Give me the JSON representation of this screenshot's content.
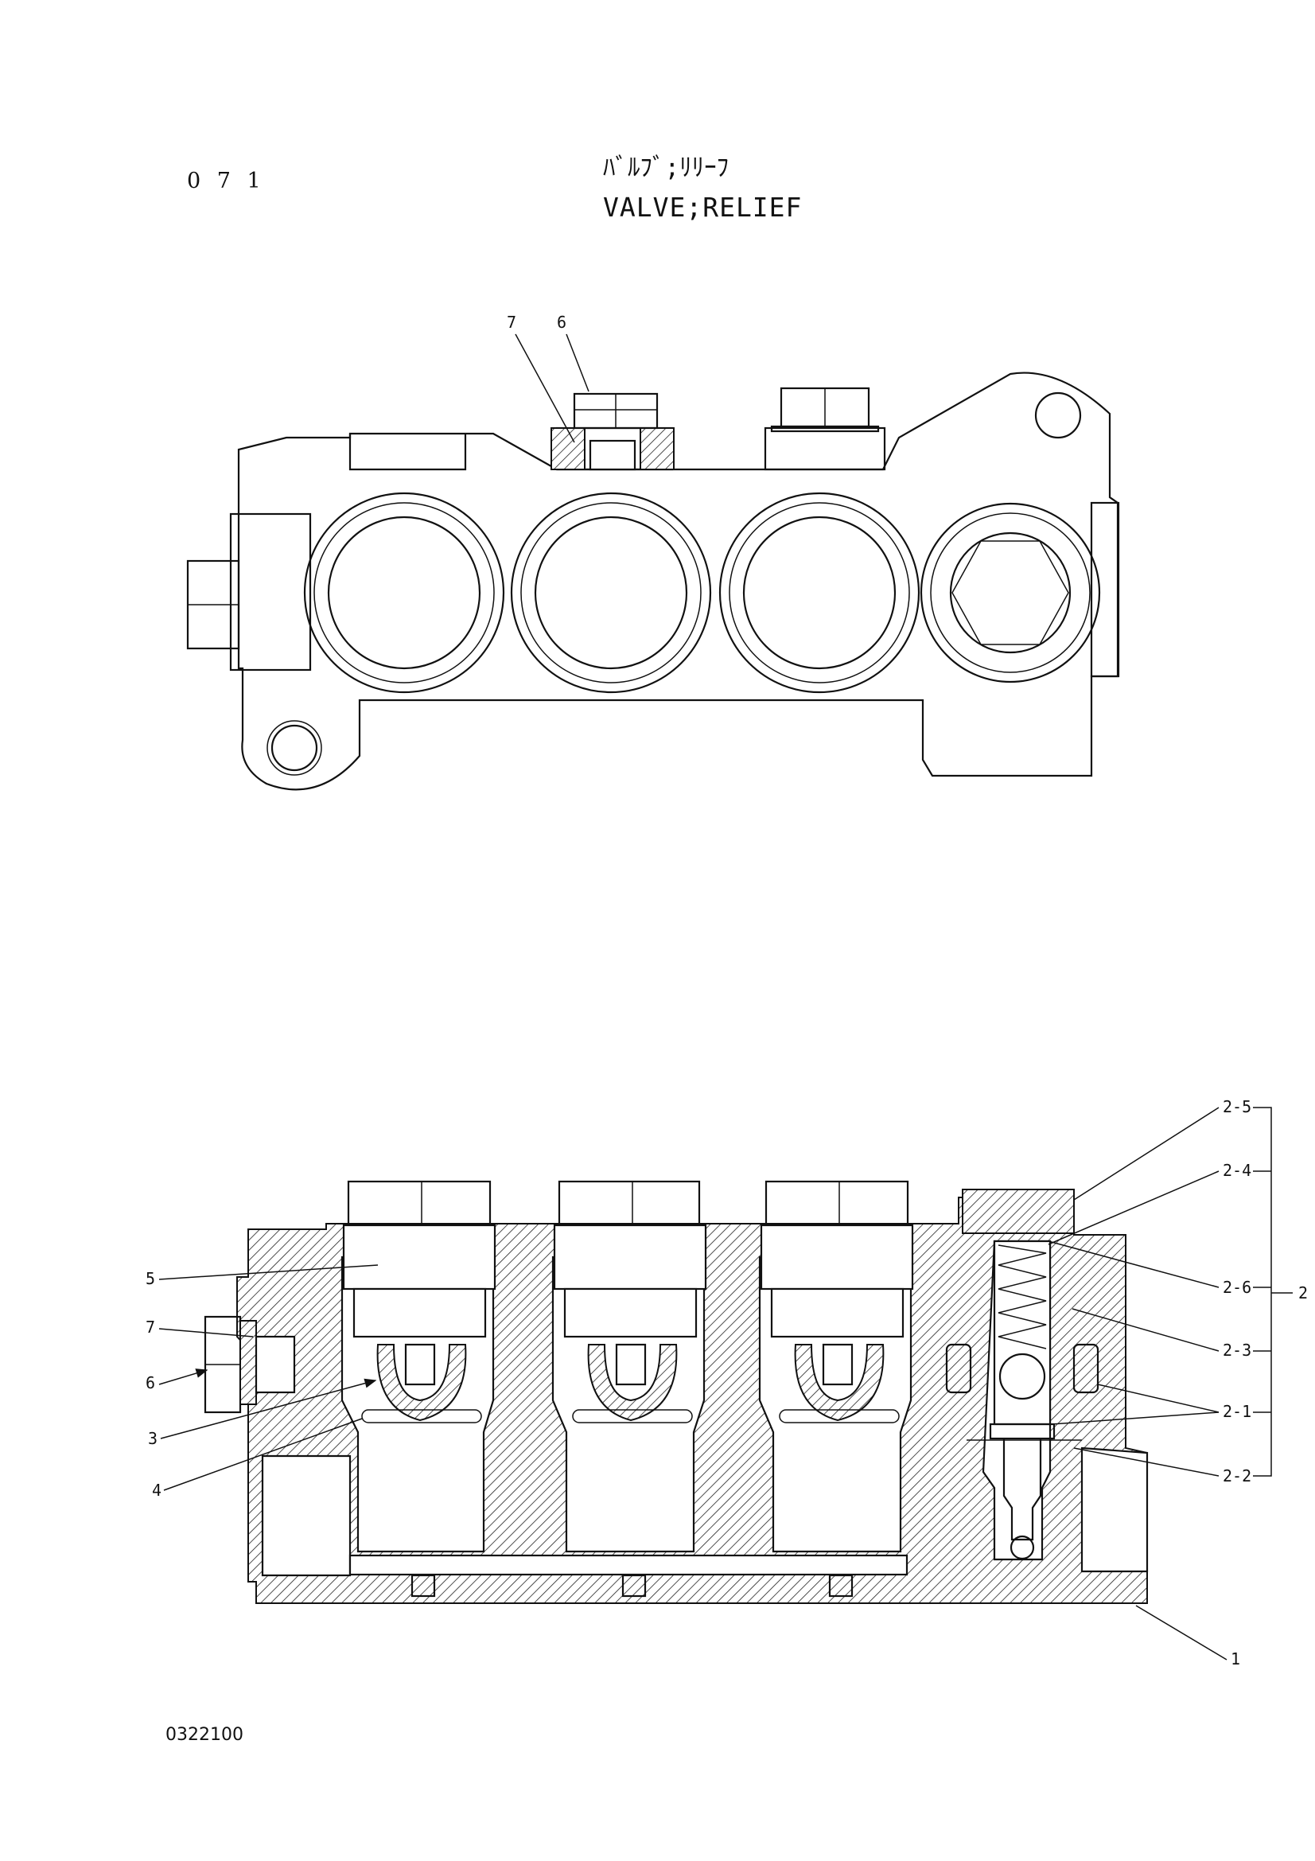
{
  "header": {
    "page_number": "0 7 1",
    "title_jp": "ﾊﾞﾙﾌﾞ;ﾘﾘｰﾌ",
    "title_en": "VALVE;RELIEF"
  },
  "footer": {
    "document_code": "0322100"
  },
  "callouts_top_view": [
    {
      "id": "top-7",
      "label": "7"
    },
    {
      "id": "top-6",
      "label": "6"
    }
  ],
  "callouts_section_view": [
    {
      "id": "sec-5",
      "label": "5"
    },
    {
      "id": "sec-7",
      "label": "7"
    },
    {
      "id": "sec-6",
      "label": "6"
    },
    {
      "id": "sec-3",
      "label": "3"
    },
    {
      "id": "sec-4",
      "label": "4"
    },
    {
      "id": "sec-2-5",
      "label": "2-5"
    },
    {
      "id": "sec-2-4",
      "label": "2-4"
    },
    {
      "id": "sec-2-6",
      "label": "2-6"
    },
    {
      "id": "sec-2",
      "label": "2"
    },
    {
      "id": "sec-2-3",
      "label": "2-3"
    },
    {
      "id": "sec-2-1",
      "label": "2-1"
    },
    {
      "id": "sec-2-2",
      "label": "2-2"
    },
    {
      "id": "sec-1",
      "label": "1"
    }
  ]
}
